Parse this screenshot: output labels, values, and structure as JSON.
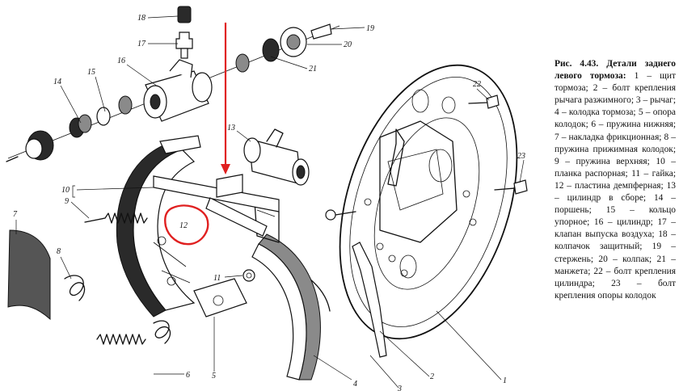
{
  "caption": {
    "heading": "Рис. 4.43. Детали заднего левого тормоза:",
    "body": " 1 – щит тормоза; 2 – болт крепления рычага разжимного; 3 – рычаг; 4 – колодка тормоза; 5 – опора колодок; 6 – пружина нижняя; 7 – накладка фрикционная; 8 – пружина прижимная колодок; 9 – пружина верхняя; 10 – планка распорная; 11 – гайка; 12 – пластина демпферная; 13 – цилиндр в сборе; 14 – поршень; 15 – кольцо упорное; 16 – цилиндр; 17 – клапан выпуска воздуха; 18 – колпачок защитный; 19 – стержень; 20 – колпак; 21 – манжета; 22 – болт крепления цилиндра; 23 – болт крепления опоры колодок"
  },
  "callouts": {
    "n1": "1",
    "n2": "2",
    "n3": "3",
    "n4": "4",
    "n5": "5",
    "n6": "6",
    "n7": "7",
    "n8": "8",
    "n9": "9",
    "n10": "10",
    "n11": "11",
    "n12": "12",
    "n13": "13",
    "n14": "14",
    "n15": "15",
    "n16": "16",
    "n17": "17",
    "n18": "18",
    "n19": "19",
    "n20": "20",
    "n21": "21",
    "n22": "22",
    "n23": "23"
  },
  "annotations": {
    "arrow_color": "#e02020",
    "circle_color": "#e02020"
  }
}
